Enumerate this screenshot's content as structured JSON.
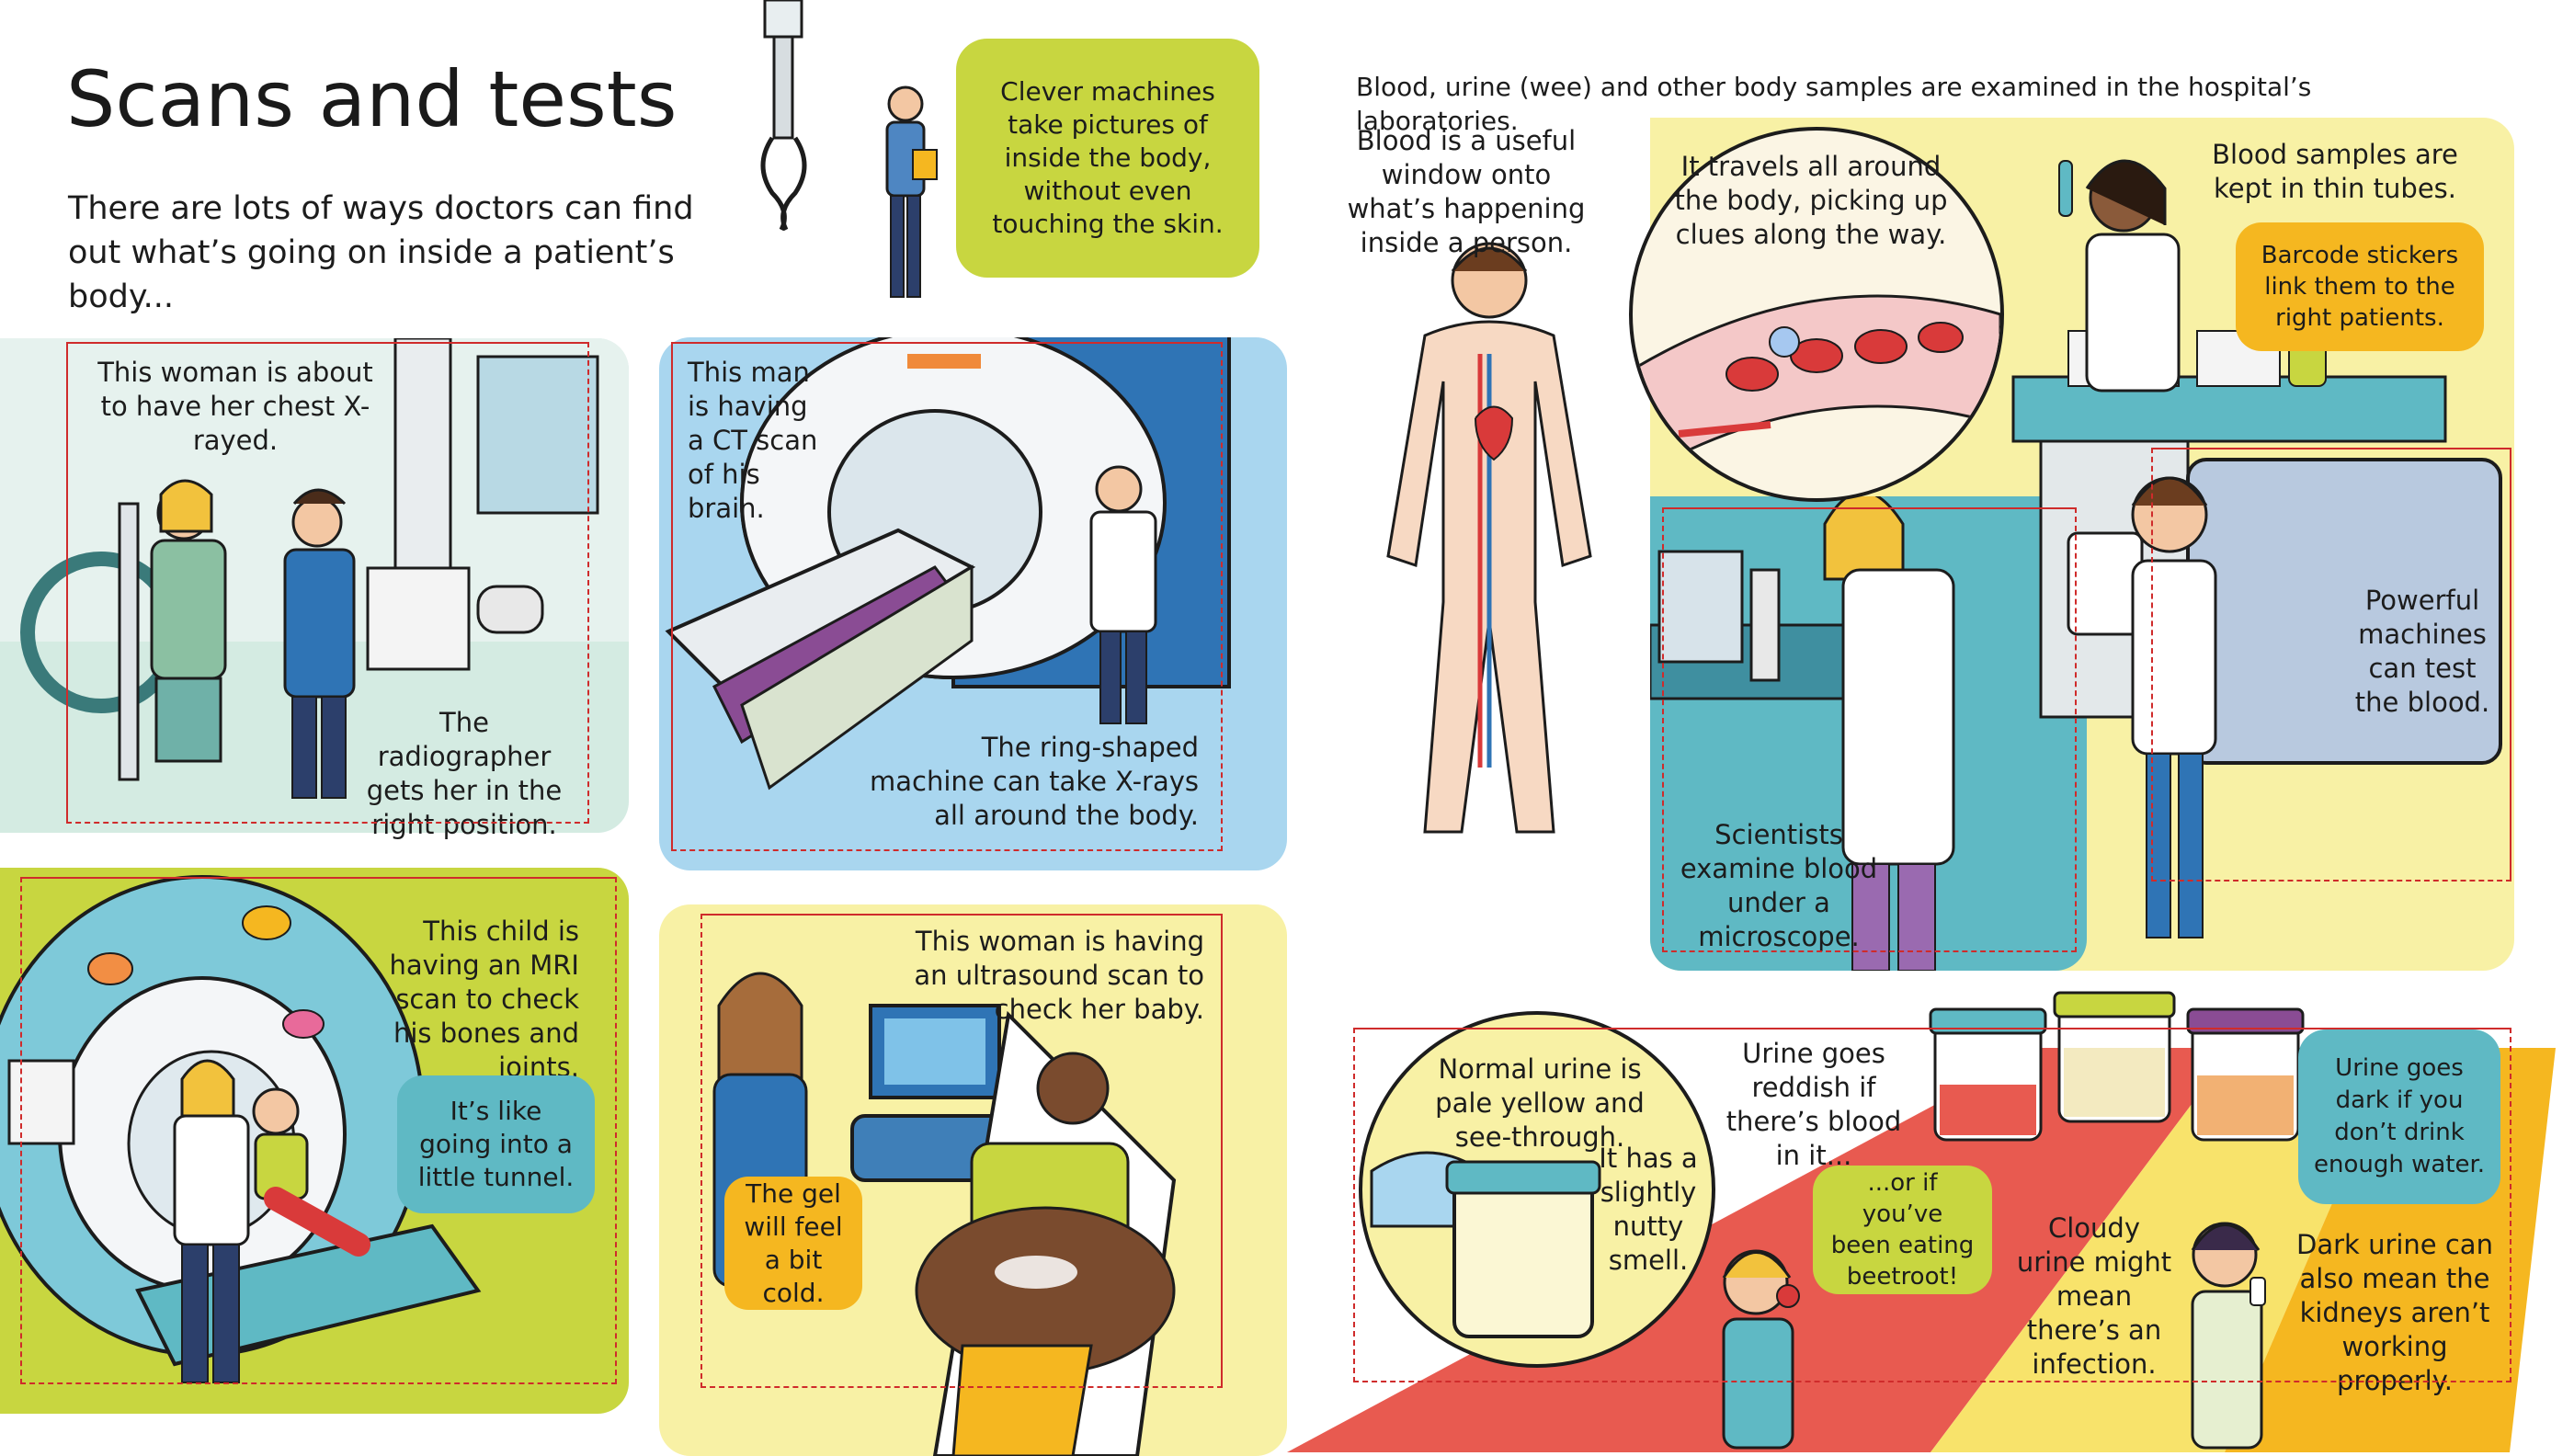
{
  "page": {
    "title": "Scans and tests",
    "intro": "There are lots of ways doctors can find out what’s going on inside a patient’s body...",
    "lab_intro": "Blood, urine (wee) and other body samples are examined in the hospital’s laboratories."
  },
  "machines_bubble": "Clever machines take pictures of inside the body, without even touching the skin.",
  "xray": {
    "caption": "This woman is about to have her chest X-rayed.",
    "radiographer": "The radiographer gets her in the right position."
  },
  "ct": {
    "caption": "This man is having a CT scan of his brain.",
    "ring": "The ring-shaped machine can take X-rays all around the body."
  },
  "mri": {
    "caption": "This child is having an MRI scan to check his bones and joints.",
    "tunnel": "It’s like going into a little tunnel."
  },
  "ultrasound": {
    "caption": "This woman is having an ultrasound scan to check her baby.",
    "gel": "The gel will feel a bit cold."
  },
  "blood": {
    "window": "Blood is a useful window onto what’s happening inside a person.",
    "travels": "It travels all around the body, picking up clues along the way.",
    "tubes": "Blood samples are kept in thin tubes.",
    "barcode": "Barcode stickers link them to the right patients.",
    "microscope": "Scientists examine blood under a microscope.",
    "machines": "Powerful machines can test the blood."
  },
  "urine": {
    "normal": "Normal urine is pale yellow and see-through.",
    "nutty": "It has a slightly nutty smell.",
    "reddish": "Urine goes reddish if there’s blood in it...",
    "beetroot": "...or if you’ve been eating beetroot!",
    "cloudy": "Cloudy urine might mean there’s an infection.",
    "dark": "Urine goes dark if you don’t drink enough water.",
    "kidneys": "Dark urine can also mean the kidneys aren’t working properly."
  },
  "colors": {
    "lime": "#c8d640",
    "teal": "#5fb9c4",
    "orange": "#f5b720",
    "pale_yellow": "#f8f1a5",
    "light_blue": "#a9d6ef",
    "mint": "#d4ebe2",
    "red_accent": "#cf2b2b"
  }
}
